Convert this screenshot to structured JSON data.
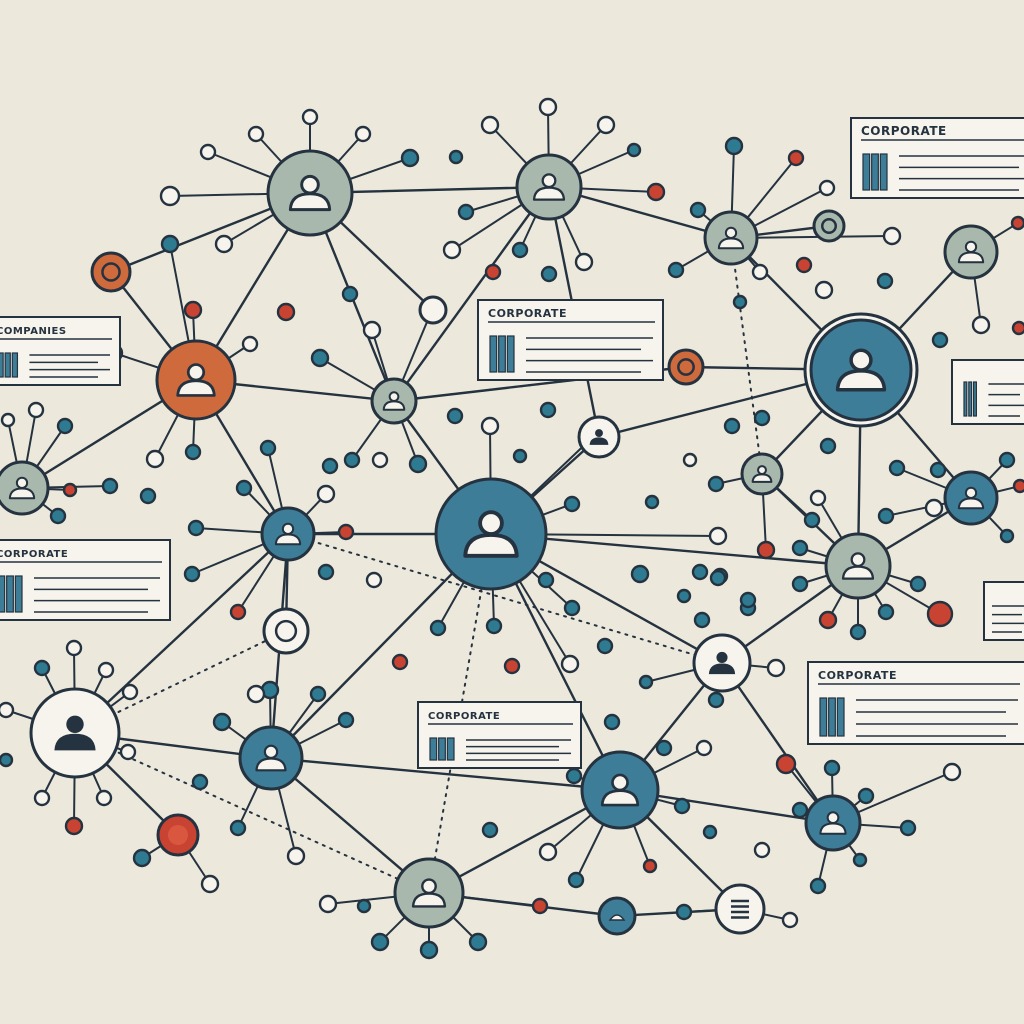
{
  "diagram": {
    "theme": {
      "background": "#ece9dc",
      "line": "#25323f",
      "blue": "#3d7d98",
      "sage": "#a9b8ad",
      "orange": "#cf6a3d",
      "red": "#c84332",
      "teal": "#2e7a91",
      "white": "#f6f4ec"
    },
    "hubs": [
      {
        "id": "h1",
        "name": "person-hub-top-left",
        "icon": "person-icon",
        "fill": "sage"
      },
      {
        "id": "h2",
        "name": "person-hub-top-center",
        "icon": "person-icon",
        "fill": "sage"
      },
      {
        "id": "h3",
        "name": "person-hub-upper-right",
        "icon": "person-icon",
        "fill": "sage"
      },
      {
        "id": "h4",
        "name": "person-hub-far-right-top",
        "icon": "person-icon",
        "fill": "sage"
      },
      {
        "id": "h5",
        "name": "person-hub-orange",
        "icon": "person-icon",
        "fill": "orange"
      },
      {
        "id": "h6",
        "name": "person-hub-small-center-left",
        "icon": "person-icon",
        "fill": "sage"
      },
      {
        "id": "h7",
        "name": "person-hub-main-right",
        "icon": "person-icon",
        "fill": "blue"
      },
      {
        "id": "h8",
        "name": "person-hub-left-edge",
        "icon": "person-icon",
        "fill": "sage"
      },
      {
        "id": "h9",
        "name": "person-hub-center-left",
        "icon": "person-icon",
        "fill": "blue"
      },
      {
        "id": "h10",
        "name": "person-hub-center",
        "icon": "person-icon",
        "fill": "blue"
      },
      {
        "id": "h11",
        "name": "person-hub-right-mid",
        "icon": "person-icon",
        "fill": "sage"
      },
      {
        "id": "h12",
        "name": "person-hub-right-edge",
        "icon": "person-icon",
        "fill": "blue"
      },
      {
        "id": "h13",
        "name": "person-hub-lower-right",
        "icon": "person-icon",
        "fill": "sage"
      },
      {
        "id": "h14",
        "name": "person-hub-white-left",
        "icon": "person-icon",
        "fill": "white"
      },
      {
        "id": "h15",
        "name": "person-hub-lower-left",
        "icon": "person-icon",
        "fill": "blue"
      },
      {
        "id": "h16",
        "name": "person-hub-bottom-center",
        "icon": "person-icon",
        "fill": "blue"
      },
      {
        "id": "h17",
        "name": "person-hub-bottom-right",
        "icon": "person-icon",
        "fill": "blue"
      },
      {
        "id": "h18",
        "name": "person-hub-bottom",
        "icon": "person-icon",
        "fill": "sage"
      },
      {
        "id": "h19",
        "name": "person-hub-white-mid",
        "icon": "person-icon",
        "fill": "white"
      },
      {
        "id": "h20",
        "name": "person-hub-white-right",
        "icon": "person-icon",
        "fill": "white"
      }
    ],
    "rings": [
      {
        "id": "r1",
        "name": "empty-node-center-left",
        "fill": "white"
      },
      {
        "id": "r2",
        "name": "empty-node-center",
        "fill": "white"
      },
      {
        "id": "r3",
        "name": "empty-node-upper-right",
        "fill": "sage"
      },
      {
        "id": "r4",
        "name": "orange-node-top-left",
        "fill": "orange"
      },
      {
        "id": "r5",
        "name": "orange-node-center",
        "fill": "orange"
      },
      {
        "id": "r6",
        "name": "red-node-bottom-left",
        "fill": "red"
      },
      {
        "id": "r7",
        "name": "document-node",
        "fill": "white",
        "icon": "document-icon"
      },
      {
        "id": "r8",
        "name": "blank-node-bottom",
        "fill": "blue"
      }
    ],
    "cards": [
      {
        "id": "c1",
        "name": "card-top-right",
        "title": "CORPORATE"
      },
      {
        "id": "c2",
        "name": "card-upper-center",
        "title": "CORPORATE"
      },
      {
        "id": "c3",
        "name": "card-left-top",
        "title": "COMPANIES"
      },
      {
        "id": "c4",
        "name": "card-left-mid",
        "title": "CORPORATE"
      },
      {
        "id": "c5",
        "name": "card-right-mid",
        "title": "CORPORATE"
      },
      {
        "id": "c6",
        "name": "card-center-bottom",
        "title": "CORPORATE"
      },
      {
        "id": "c7",
        "name": "card-right-edge-top",
        "title": ""
      },
      {
        "id": "c8",
        "name": "card-right-edge-mid",
        "title": ""
      }
    ]
  }
}
